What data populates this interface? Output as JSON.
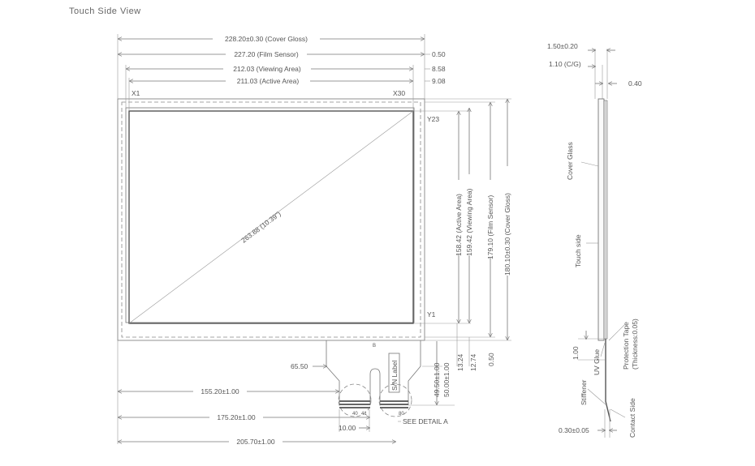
{
  "title": "Touch Side View",
  "front_view": {
    "dims_top": {
      "cover_glass_width": "228.20±0.30 (Cover Gloss)",
      "film_sensor_width": "227.20 (Film Sensor)",
      "viewing_area_width": "212.03 (Viewing Area)",
      "active_area_width": "211.03 (Active Area)"
    },
    "dims_right_offsets": {
      "a": "0.50",
      "b": "8.58",
      "c": "9.08"
    },
    "corner_labels": {
      "x1": "X1",
      "x30": "X30",
      "y23": "Y23",
      "y1": "Y1"
    },
    "diagonal": "263.88 (10.39\")",
    "dims_vertical": {
      "active_area_height": "158.42 (Active Area)",
      "viewing_area_height": "159.42 (Viewing Area)",
      "film_sensor_height": "179.10 (Film Sensor)",
      "cover_glass_height": "180.10±0.30 (Cover Gloss)"
    },
    "dims_bottom_vertical": {
      "a": "49.50±1.00",
      "b": "50.00±1.00",
      "c": "13.24",
      "d": "12.74",
      "e": "0.50"
    },
    "tail_dims": {
      "d65": "65.50",
      "d155": "155.20±1.00",
      "d175": "175.20±1.00",
      "d205": "205.70±1.00",
      "d10": "10.00",
      "pin_left": "40",
      "pin_mid": "41",
      "pin_right": "80"
    },
    "sn_label": "S/N Label",
    "see_detail": "SEE DETAIL A",
    "mark_b": "B"
  },
  "side_view": {
    "thickness_total": "1.50±0.20",
    "cover_glass_thickness": "1.10 (C/G)",
    "film_thickness": "0.40",
    "cover_glass_label": "Cover Glass",
    "touch_side_label": "Touch side",
    "tail_length": "1.00",
    "uv_glue": "UV Glue",
    "protection_tape": "Protection Tape",
    "protection_tape_thickness": "(Thickness:0.05)",
    "stiffener": "Stiffener",
    "contact_side": "Contact Side",
    "stiffener_thickness": "0.30±0.05"
  }
}
